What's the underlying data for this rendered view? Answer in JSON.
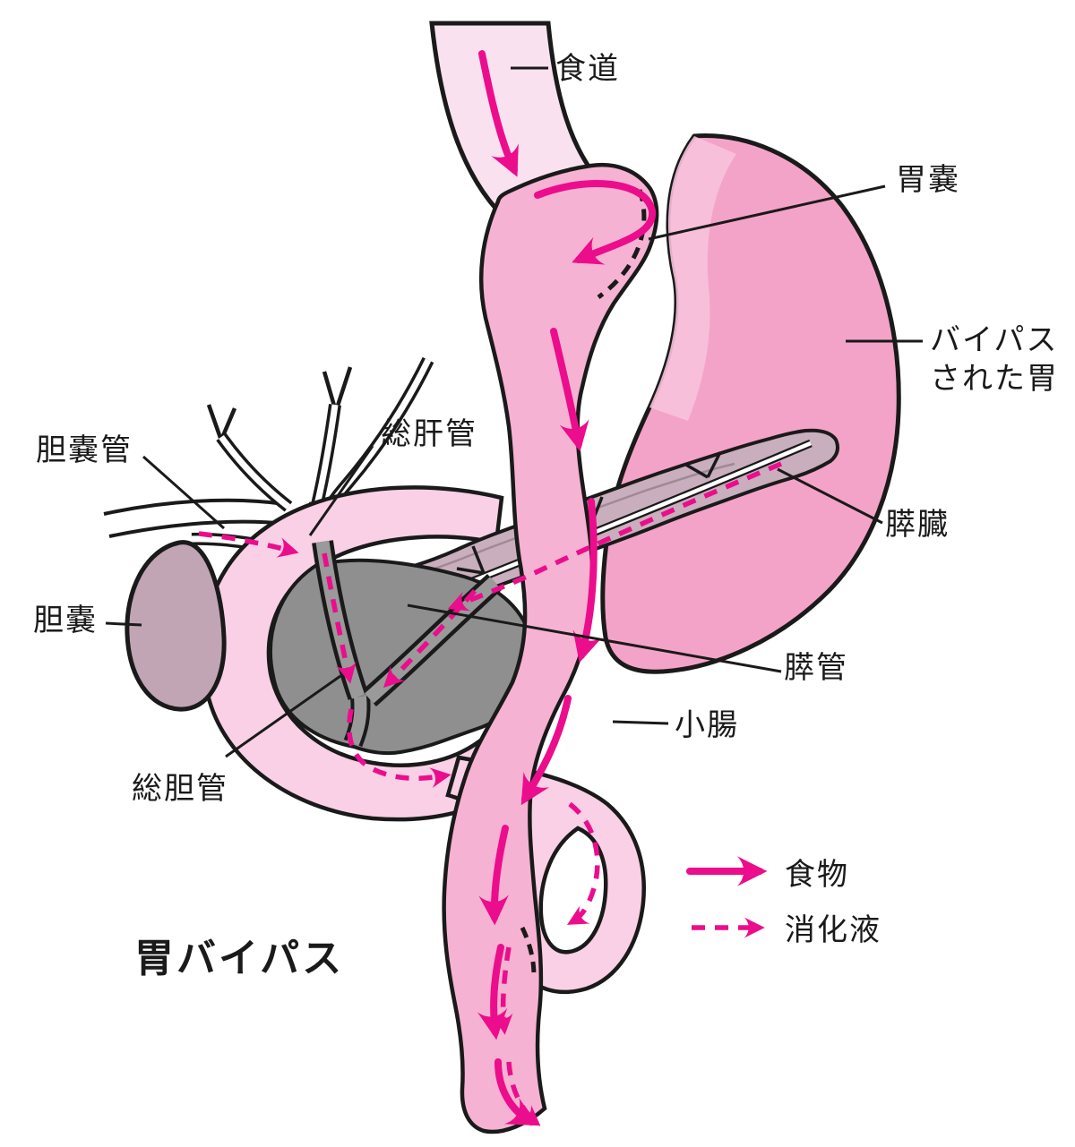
{
  "diagram": {
    "title": "胃バイパス",
    "labels": {
      "esophagus": "食道",
      "gastric_pouch": "胃嚢",
      "bypassed_stomach_line1": "バイパス",
      "bypassed_stomach_line2": "された胃",
      "pancreas": "膵臓",
      "pancreatic_duct": "膵管",
      "small_intestine": "小腸",
      "cystic_duct": "胆嚢管",
      "common_hepatic_duct": "総肝管",
      "gallbladder": "胆嚢",
      "common_bile_duct": "総胆管"
    },
    "legend": {
      "food": "食物",
      "digestive_juice": "消化液"
    },
    "colors": {
      "esophagus": "#FAE1EF",
      "pouch_roux_limb": "#F6B2D2",
      "bypassed_stomach": "#F4A3C8",
      "stomach_highlight": "#F7C2DC",
      "duodenum": "#F9D0E5",
      "pancreas_body": "#C9AEBD",
      "pancreas_head": "#8F8F90",
      "gallbladder": "#C1A5B4",
      "duct_gray": "#9A9A9A",
      "arrow_magenta": "#EB0D8C",
      "outline": "#1A1A1A"
    }
  }
}
